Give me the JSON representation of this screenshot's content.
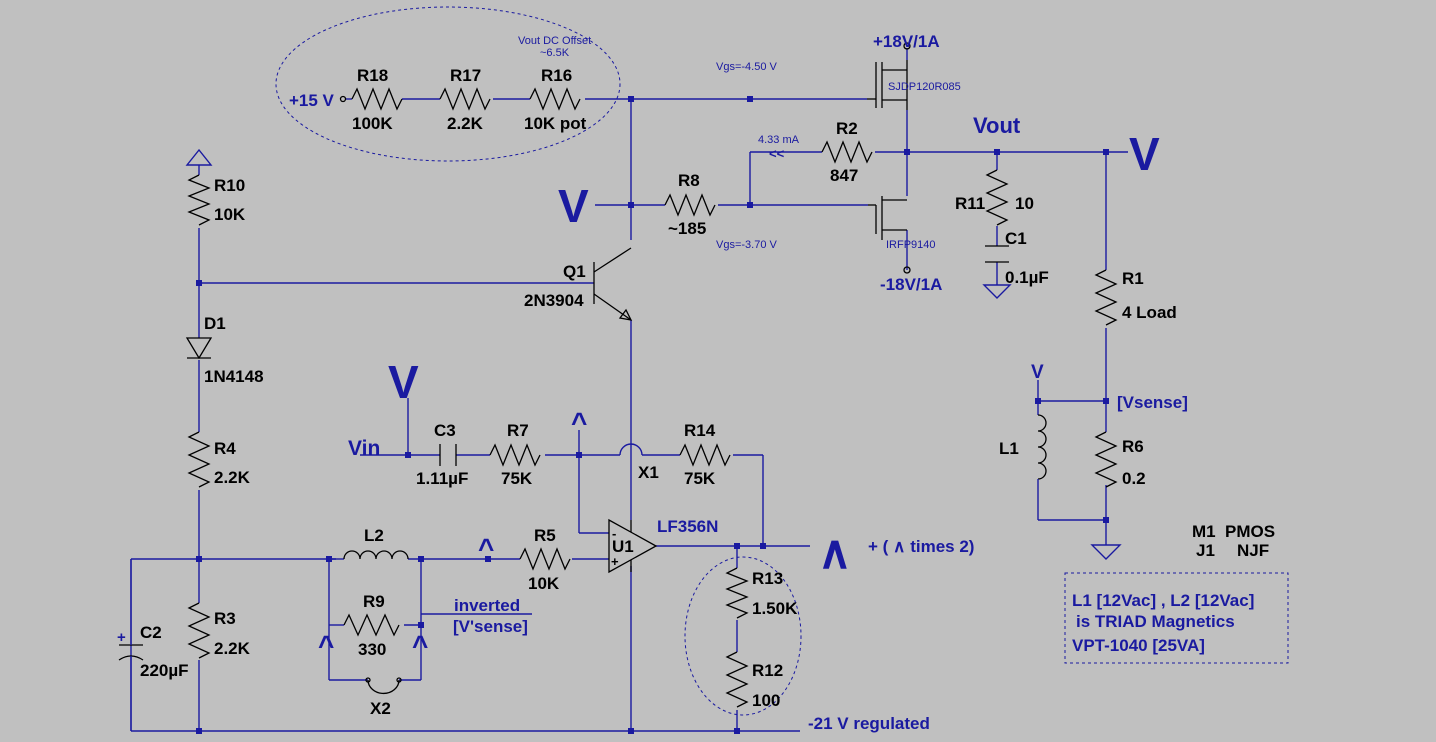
{
  "colors": {
    "background": "#c0c0c0",
    "wire": "#1a1aa0",
    "component": "#000000"
  },
  "components": {
    "R18": {
      "ref": "R18",
      "value": "100K"
    },
    "R17": {
      "ref": "R17",
      "value": "2.2K"
    },
    "R16": {
      "ref": "R16",
      "value": "10K pot"
    },
    "R10": {
      "ref": "R10",
      "value": "10K"
    },
    "D1": {
      "ref": "D1",
      "value": "1N4148"
    },
    "R4": {
      "ref": "R4",
      "value": "2.2K"
    },
    "R3": {
      "ref": "R3",
      "value": "2.2K"
    },
    "C2": {
      "ref": "C2",
      "value": "220µF"
    },
    "Q1": {
      "ref": "Q1",
      "value": "2N3904"
    },
    "R8": {
      "ref": "R8",
      "value": "~185"
    },
    "R2": {
      "ref": "R2",
      "value": "847"
    },
    "M1": {
      "value": "SJDP120R085"
    },
    "J1": {
      "value": "IRFP9140"
    },
    "R11": {
      "ref": "R11",
      "value": "10"
    },
    "C1": {
      "ref": "C1",
      "value": "0.1µF"
    },
    "R1": {
      "ref": "R1",
      "value": "4 Load"
    },
    "R6": {
      "ref": "R6",
      "value": "0.2"
    },
    "L1": {
      "ref": "L1"
    },
    "C3": {
      "ref": "C3",
      "value": "1.11µF"
    },
    "R7": {
      "ref": "R7",
      "value": "75K"
    },
    "R14": {
      "ref": "R14",
      "value": "75K"
    },
    "X1": {
      "ref": "X1"
    },
    "L2": {
      "ref": "L2"
    },
    "R9": {
      "ref": "R9",
      "value": "330"
    },
    "X2": {
      "ref": "X2"
    },
    "R5": {
      "ref": "R5",
      "value": "10K"
    },
    "U1": {
      "ref": "U1",
      "value": "LF356N"
    },
    "R13": {
      "ref": "R13",
      "value": "1.50K"
    },
    "R12": {
      "ref": "R12",
      "value": "100"
    }
  },
  "nets": {
    "plus15": "+15 V",
    "plus18": "+18V/1A",
    "minus18": "-18V/1A",
    "vout": "Vout",
    "vsense": "[Vsense]",
    "vin": "Vin",
    "inverted": "inverted",
    "vprime": "[V'sense]",
    "times2": "+ ( ∧ times 2)",
    "minus21": "-21 V regulated"
  },
  "annotations": {
    "offset1": "Vout DC Offset",
    "offset2": "~6.5K",
    "vgs1": "Vgs=-4.50 V",
    "vgs2": "Vgs=-3.70 V",
    "current": "4.33 mA",
    "current_arrows": "<<",
    "m1": "M1",
    "pmos": "PMOS",
    "j1": "J1",
    "njf": "NJF",
    "note1": "L1 [12Vac] , L2 [12Vac]",
    "note2": "is TRIAD Magnetics",
    "note3": "VPT-1040 [25VA]"
  },
  "symbols": {
    "probe_big": "V",
    "probe_small": "V",
    "caret": "^",
    "caret_big": "∧"
  }
}
